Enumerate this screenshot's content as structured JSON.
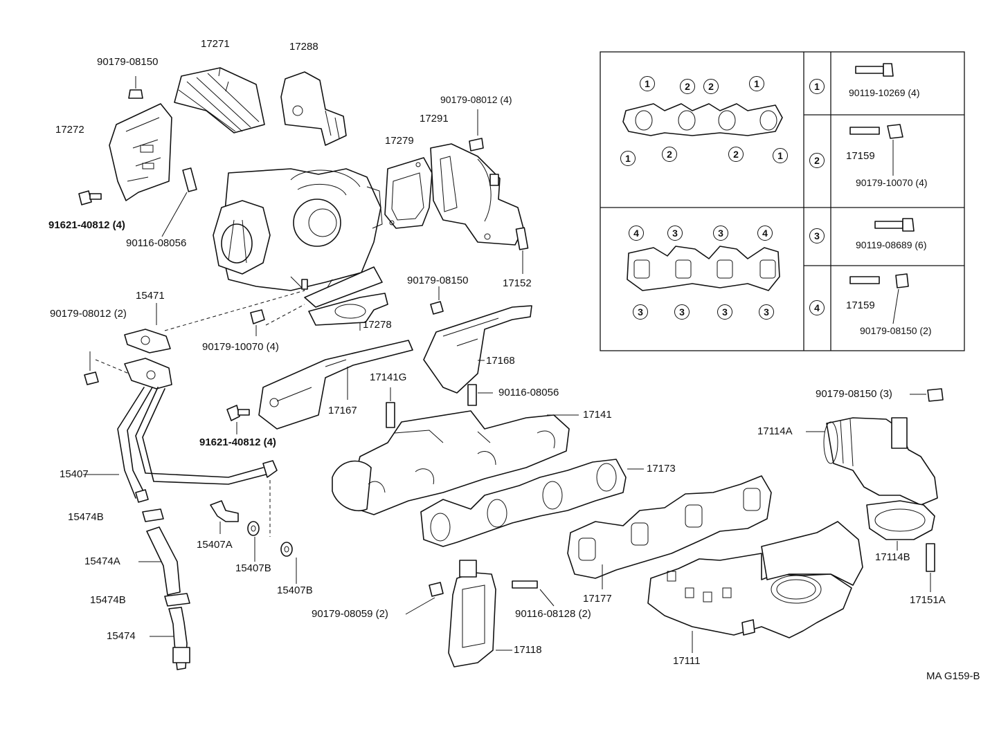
{
  "labels": {
    "p90179_08150_a": "90179-08150",
    "p17271": "17271",
    "p17288": "17288",
    "p17272": "17272",
    "p90179_08012_4": "90179-08012 (4)",
    "p17291": "17291",
    "p17279": "17279",
    "p91621_40812_4_a": "91621-40812 (4)",
    "p90116_08056_a": "90116-08056",
    "p17152": "17152",
    "p90179_08150_b": "90179-08150",
    "p15471": "15471",
    "p90179_08012_2": "90179-08012 (2)",
    "p17278": "17278",
    "p90179_10070_4": "90179-10070 (4)",
    "p17168": "17168",
    "p17141G": "17141G",
    "p90116_08056_b": "90116-08056",
    "p17167": "17167",
    "p17141": "17141",
    "p91621_40812_4_b": "91621-40812 (4)",
    "p15407": "15407",
    "p17173": "17173",
    "p90179_08150_3": "90179-08150 (3)",
    "p17114A": "17114A",
    "p15474B_a": "15474B",
    "p15407A": "15407A",
    "p15474A": "15474A",
    "p15407B_a": "15407B",
    "p15407B_b": "15407B",
    "p17114B": "17114B",
    "p17177": "17177",
    "p15474B_b": "15474B",
    "p90179_08059_2": "90179-08059 (2)",
    "p90116_08128_2": "90116-08128 (2)",
    "p17151A": "17151A",
    "p15474": "15474",
    "p17118": "17118",
    "p17111": "17111",
    "diagram_code": "MA  G159-B"
  },
  "gasket_table": {
    "marks": [
      "1",
      "2",
      "3",
      "4"
    ],
    "row1_parts": [
      "90119-10269 (4)"
    ],
    "row2_parts": [
      "17159",
      "90179-10070 (4)"
    ],
    "row3_parts": [
      "90119-08689 (6)"
    ],
    "row4_parts": [
      "17159",
      "90179-08150 (2)"
    ],
    "gasket_a_top": [
      "1",
      "2",
      "2",
      "1"
    ],
    "gasket_a_bottom": [
      "1",
      "2",
      "2",
      "1"
    ],
    "gasket_b_top": [
      "4",
      "3",
      "3",
      "4"
    ],
    "gasket_b_bottom": [
      "3",
      "3",
      "3",
      "3"
    ]
  }
}
